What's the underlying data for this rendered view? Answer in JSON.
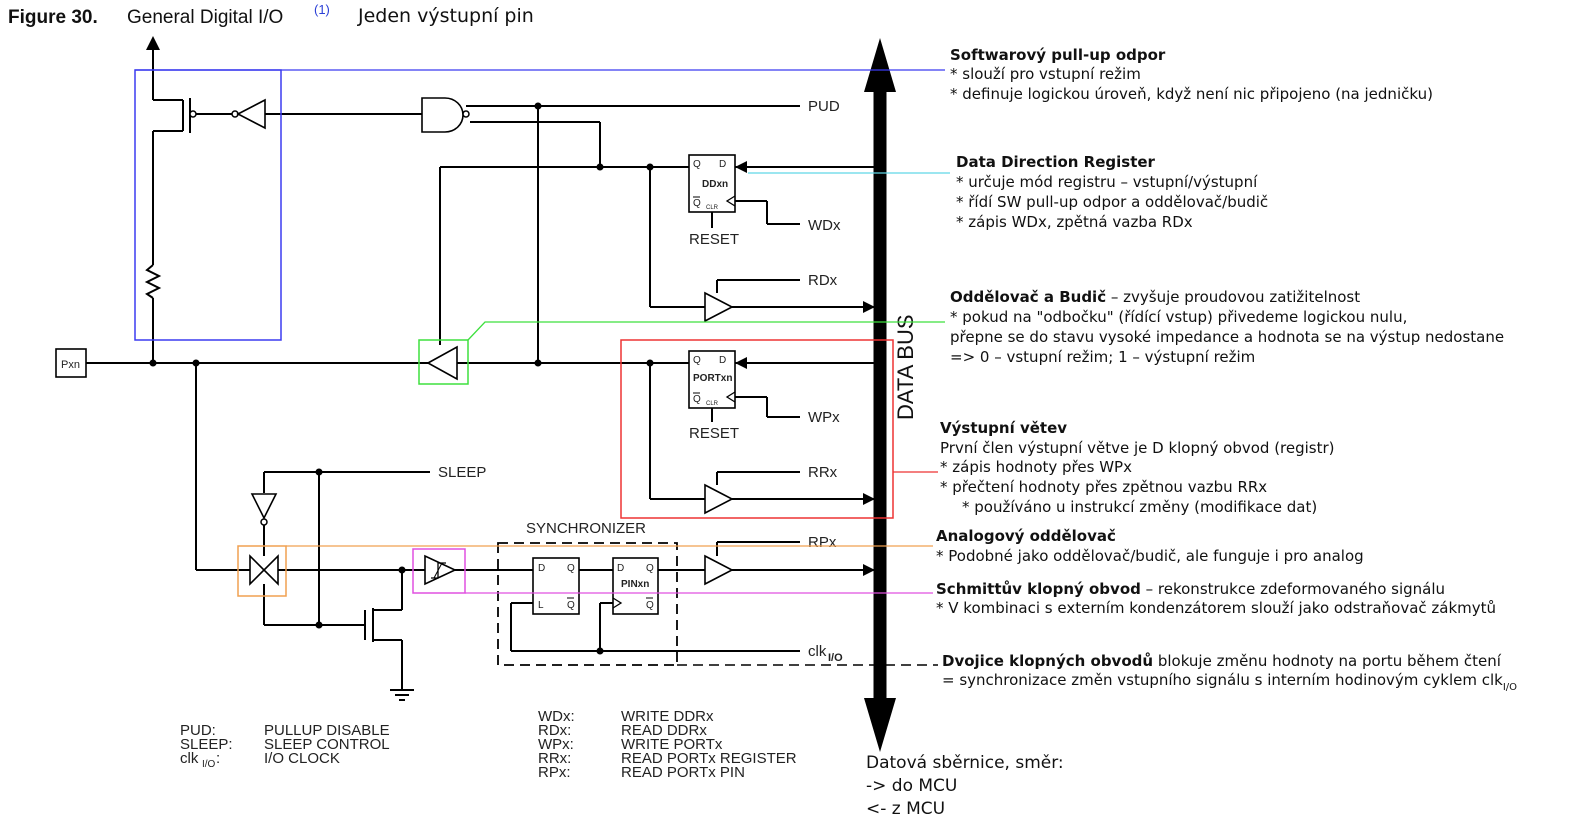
{
  "title": {
    "figure": "Figure 30.",
    "name": "General Digital I/O",
    "footnote": "(1)",
    "czech": "Jeden výstupní pin"
  },
  "signals": {
    "pud": "PUD",
    "rdx": "RDx",
    "wdx": "WDx",
    "wpx": "WPx",
    "rrx": "RRx",
    "rpx": "RPx",
    "sleep": "SLEEP",
    "clk": "clk",
    "clk_sub": "I/O",
    "pxn": "Pxn",
    "reset": "RESET",
    "data_bus": "DATA BUS",
    "synchronizer": "SYNCHRONIZER"
  },
  "flipflops": {
    "ddxn": {
      "name": "DDxn",
      "q": "Q",
      "d": "D",
      "qbar": "Q",
      "clr": "CLR"
    },
    "portxn": {
      "name": "PORTxn",
      "q": "Q",
      "d": "D",
      "qbar": "Q",
      "clr": "CLR"
    },
    "sync1": {
      "d": "D",
      "q": "Q",
      "l": "L",
      "qbar": "Q"
    },
    "pinxn": {
      "name": "PINxn",
      "d": "D",
      "q": "Q",
      "qbar": "Q"
    }
  },
  "legend_left": [
    {
      "abbr": "PUD:",
      "desc": "PULLUP DISABLE"
    },
    {
      "abbr": "SLEEP:",
      "desc": "SLEEP CONTROL"
    },
    {
      "abbr": "clk",
      "abbr_sub": "I/O",
      "abbr_tail": ":",
      "desc": "I/O CLOCK"
    }
  ],
  "legend_right": [
    {
      "abbr": "WDx:",
      "desc": "WRITE DDRx"
    },
    {
      "abbr": "RDx:",
      "desc": "READ DDRx"
    },
    {
      "abbr": "WPx:",
      "desc": "WRITE PORTx"
    },
    {
      "abbr": "RRx:",
      "desc": "READ PORTx REGISTER"
    },
    {
      "abbr": "RPx:",
      "desc": "READ PORTx PIN"
    }
  ],
  "bus_note": {
    "line1": "Datová sběrnice, směr:",
    "line2": "-> do MCU",
    "line3": "<- z MCU"
  },
  "annotations": {
    "pullup": {
      "title": "Softwarový pull-up odpor",
      "l1": "* slouží pro vstupní režim",
      "l2": "* definuje logickou úroveň, když není nic připojeno (na jedničku)"
    },
    "ddr": {
      "title": "Data Direction Register",
      "l1": "* určuje mód registru – vstupní/výstupní",
      "l2": "* řídí SW pull-up odpor a oddělovač/budič",
      "l3": "* zápis WDx, zpětná vazba RDx"
    },
    "buffer": {
      "title": "Oddělovač a Budič",
      "title_tail": " – zvyšuje proudovou zatižitelnost",
      "l1": "* pokud na \"odbočku\" (řídící vstup) přivedeme logickou nulu,",
      "l2": "přepne se do stavu vysoké impedance a hodnota se na výstup nedostane",
      "l3": "=> 0 – vstupní režim; 1 – výstupní režim"
    },
    "output": {
      "title": "Výstupní větev",
      "l1": "První člen výstupní větve je D klopný obvod (registr)",
      "l2": "* zápis hodnoty přes WPx",
      "l3": "* přečtení hodnoty přes zpětnou vazbu RRx",
      "l4": "* používáno u instrukcí změny (modifikace dat)"
    },
    "analog": {
      "title": "Analogový oddělovač",
      "l1": "* Podobné jako oddělovač/budič, ale funguje i pro analog"
    },
    "schmitt": {
      "title": "Schmittův klopný obvod",
      "title_tail": " – rekonstrukce zdeformovaného signálu",
      "l1": "* V kombinaci s externím kondenzátorem slouží jako odstraňovač zákmytů"
    },
    "sync": {
      "title": "Dvojice klopných obvodů",
      "title_tail": " blokuje změnu hodnoty na portu během čtení",
      "l1": "= synchronizace změn vstupního signálu s interním hodinovým cyklem clk",
      "l1_sub": "I/O"
    }
  },
  "colors": {
    "pullup": "#3b3bf0",
    "ddr": "#5fd8e8",
    "buffer": "#3ee03e",
    "output": "#ee3333",
    "analog": "#f0a050",
    "schmitt": "#e050e0",
    "sync": "#000000"
  }
}
